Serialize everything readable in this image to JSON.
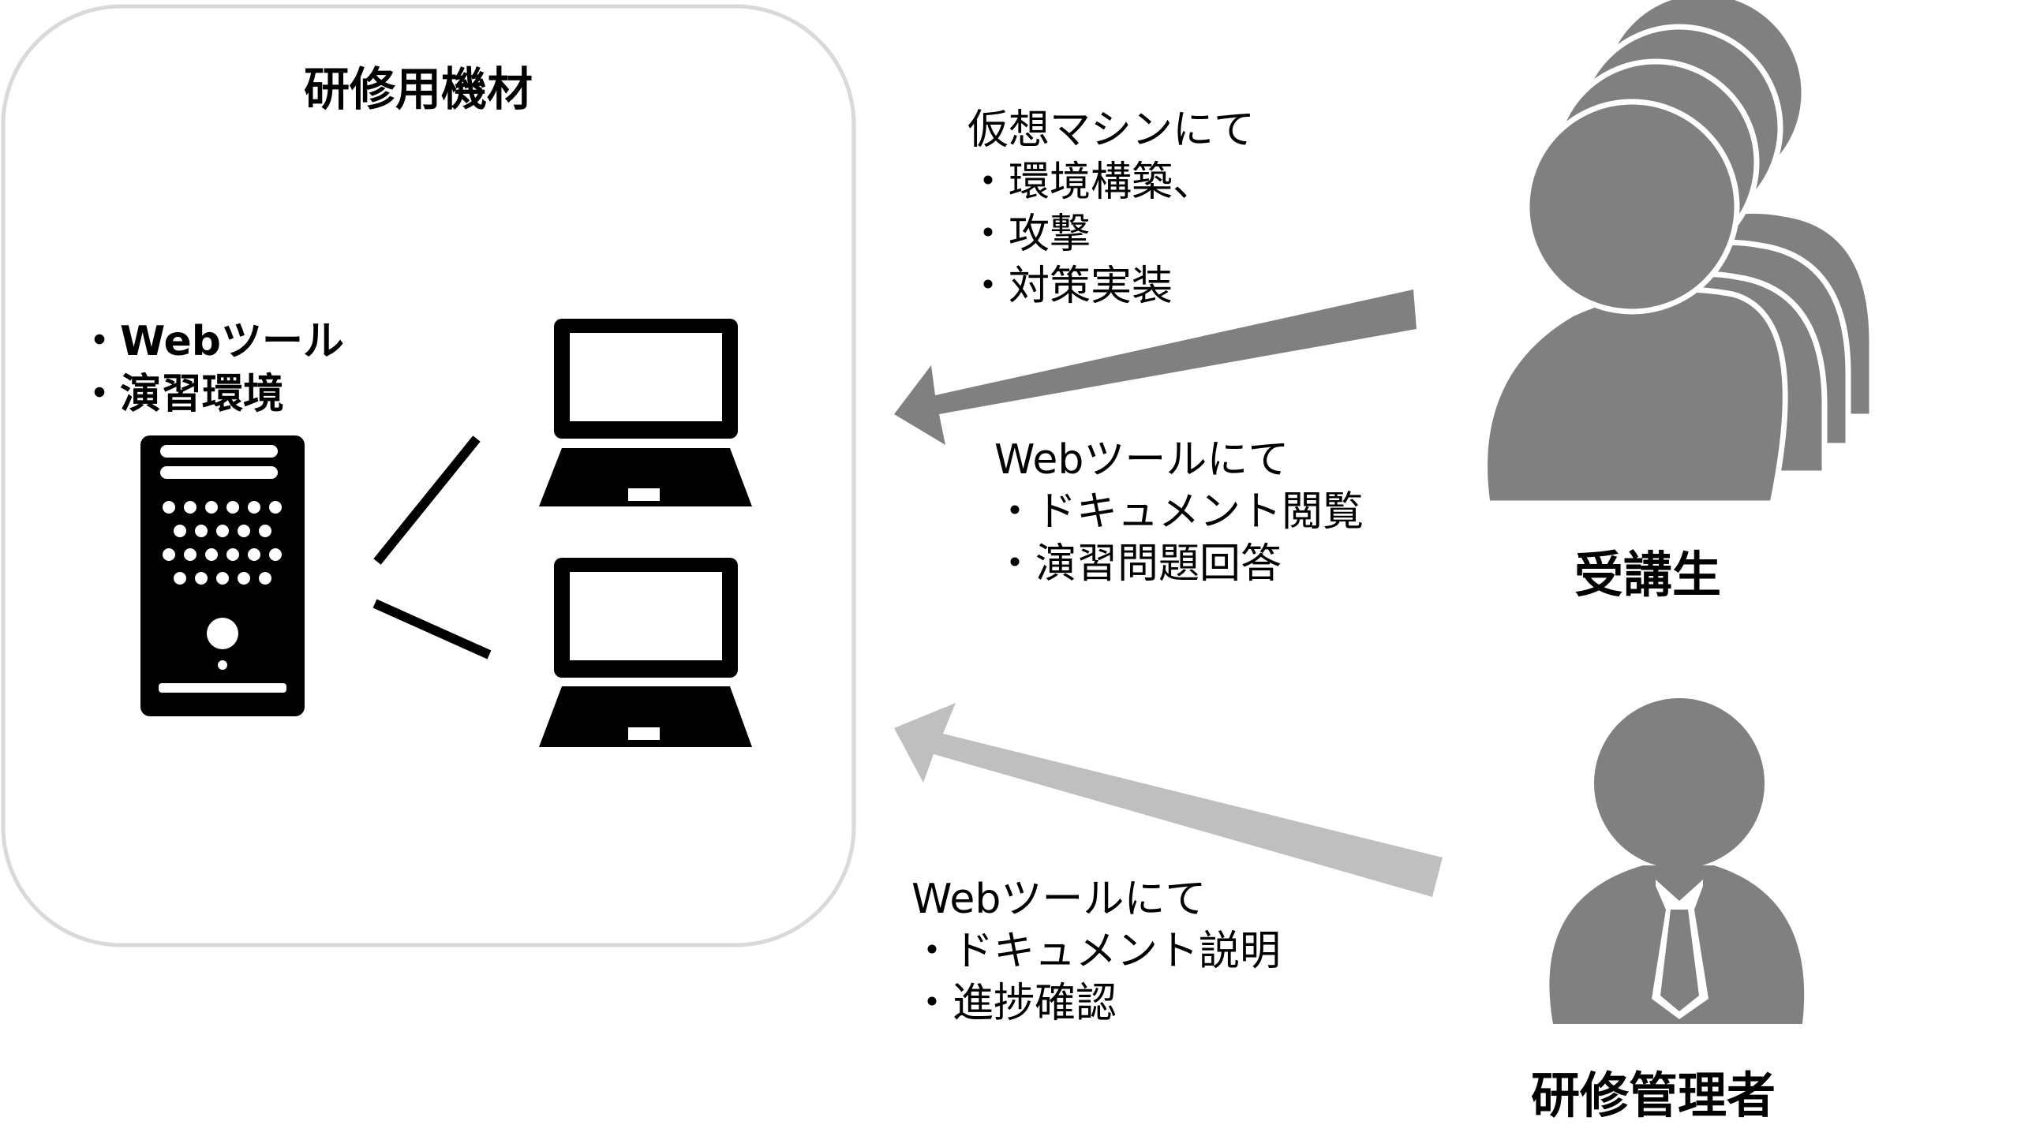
{
  "equipment_box": {
    "title": "研修用機材",
    "server_items": [
      "・Webツール",
      "・演習環境"
    ]
  },
  "notes": {
    "virtual_machine": {
      "heading": "仮想マシンにて",
      "items": [
        "・環境構築、",
        "・攻撃",
        "・対策実装"
      ]
    },
    "web_tool_students": {
      "heading": "Webツールにて",
      "items": [
        "・ドキュメント閲覧",
        "・演習問題回答"
      ]
    },
    "web_tool_admin": {
      "heading": "Webツールにて",
      "items": [
        "・ドキュメント説明",
        "・進捗確認"
      ]
    }
  },
  "roles": {
    "students": "受講生",
    "admin": "研修管理者"
  },
  "colors": {
    "box_border": "#d9d9d9",
    "icon_black": "#000000",
    "person_gray": "#808080",
    "arrow_students": "#808080",
    "arrow_admin": "#bfbfbf"
  },
  "icons": [
    "server-icon",
    "laptop-icon",
    "laptop-icon",
    "students-group-icon",
    "admin-person-icon"
  ]
}
